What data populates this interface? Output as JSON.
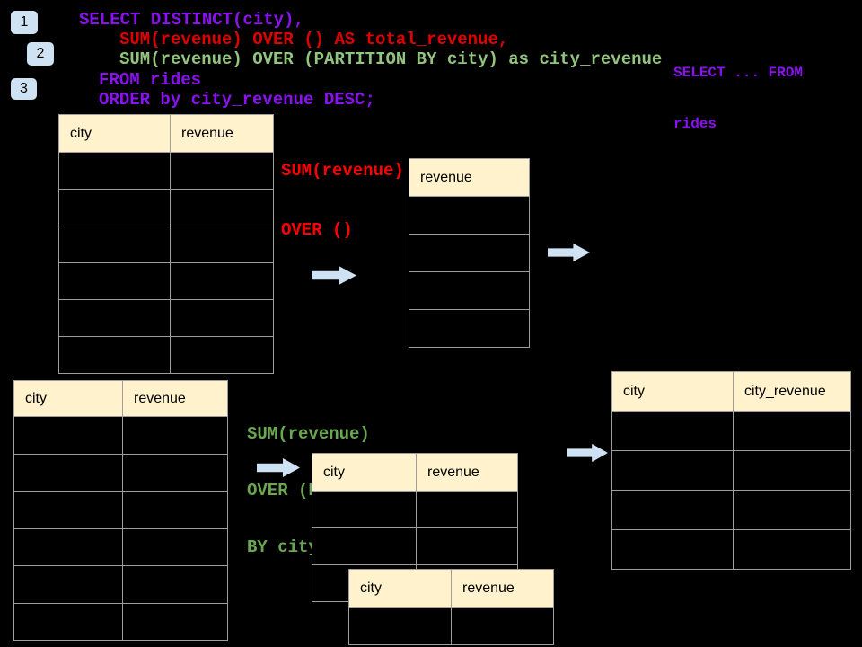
{
  "colors": {
    "background": "#000000",
    "sql_purple": "#8b12f0",
    "sql_red": "#e00000",
    "sql_green": "#93c47d",
    "label_red": "#ff0000",
    "label_green": "#6aa84f",
    "table_header_bg": "#fff2cc",
    "table_border": "#9e9e9e",
    "accent_blue": "#cfe2f3"
  },
  "badges": [
    {
      "label": "1"
    },
    {
      "label": "2"
    },
    {
      "label": "3"
    }
  ],
  "sql": {
    "line1": "SELECT DISTINCT(city),",
    "line2": "SUM(revenue) OVER () AS total_revenue,",
    "line3": "SUM(revenue) OVER (PARTITION BY city) as city_revenue",
    "line4": "FROM rides",
    "line5": "ORDER by city_revenue DESC;"
  },
  "side_note": {
    "line1": "SELECT ... FROM",
    "line2": "rides"
  },
  "labels": {
    "total": {
      "line1": "SUM(revenue)",
      "line2": "OVER ()"
    },
    "partition": {
      "line1": "SUM(revenue)",
      "line2": "OVER (PARTITION",
      "line3": "BY city)"
    }
  },
  "tables": {
    "source_top": {
      "headers": [
        "city",
        "revenue"
      ],
      "row_count": 6
    },
    "total_revenue": {
      "headers": [
        "revenue"
      ],
      "row_count": 4
    },
    "source_bottom": {
      "headers": [
        "city",
        "revenue"
      ],
      "row_count": 6
    },
    "partition_upper": {
      "headers": [
        "city",
        "revenue"
      ],
      "row_count": 3
    },
    "partition_lower": {
      "headers": [
        "city",
        "revenue"
      ],
      "row_count": 1
    },
    "result": {
      "headers": [
        "city",
        "city_revenue"
      ],
      "row_count": 4
    }
  }
}
